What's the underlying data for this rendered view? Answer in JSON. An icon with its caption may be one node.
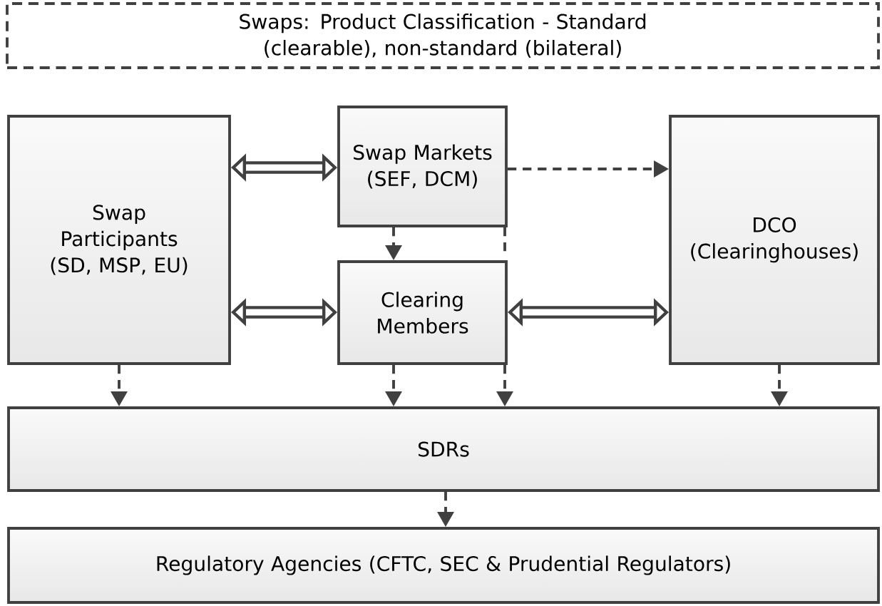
{
  "diagram": {
    "nodes": [
      {
        "text": [
          "Swaps: Product Classification - Standard (clearable), non-standard (bilateral)"
        ]
      },
      {
        "text": [
          "Swap Participants (SD, MSP, EU)"
        ]
      },
      {
        "text": [
          "Swap Markets (SEF, DCM)"
        ]
      },
      {
        "text": [
          "DCO (Clearinghouses)"
        ]
      },
      {
        "text": [
          "Clearing Members"
        ]
      },
      {
        "text": [
          "SDRs"
        ]
      },
      {
        "text": [
          "Regulatory Agencies (CFTC, SEC & Prudential Regulators)"
        ]
      }
    ],
    "edges": [
      {
        "from": 1,
        "to": 2,
        "arrow": "both",
        "style": "thick"
      },
      {
        "from": 2,
        "to": 3,
        "arrow": "to",
        "style": "dashed"
      },
      {
        "from": 2,
        "to": 4,
        "arrow": "to",
        "style": "dashed"
      },
      {
        "from": 2,
        "to": 4,
        "arrow": "none",
        "style": "dashed"
      },
      {
        "from": 1,
        "to": 4,
        "arrow": "both",
        "style": "thick"
      },
      {
        "from": 4,
        "to": 3,
        "arrow": "both",
        "style": "thick"
      },
      {
        "from": 1,
        "to": 5,
        "arrow": "to",
        "style": "dashed"
      },
      {
        "from": 4,
        "to": 5,
        "arrow": "to",
        "style": "dashed"
      },
      {
        "from": 4,
        "to": 5,
        "arrow": "to",
        "style": "dashed"
      },
      {
        "from": 3,
        "to": 5,
        "arrow": "to",
        "style": "dashed"
      },
      {
        "from": 5,
        "to": 6,
        "arrow": "to",
        "style": "dashed"
      }
    ]
  }
}
